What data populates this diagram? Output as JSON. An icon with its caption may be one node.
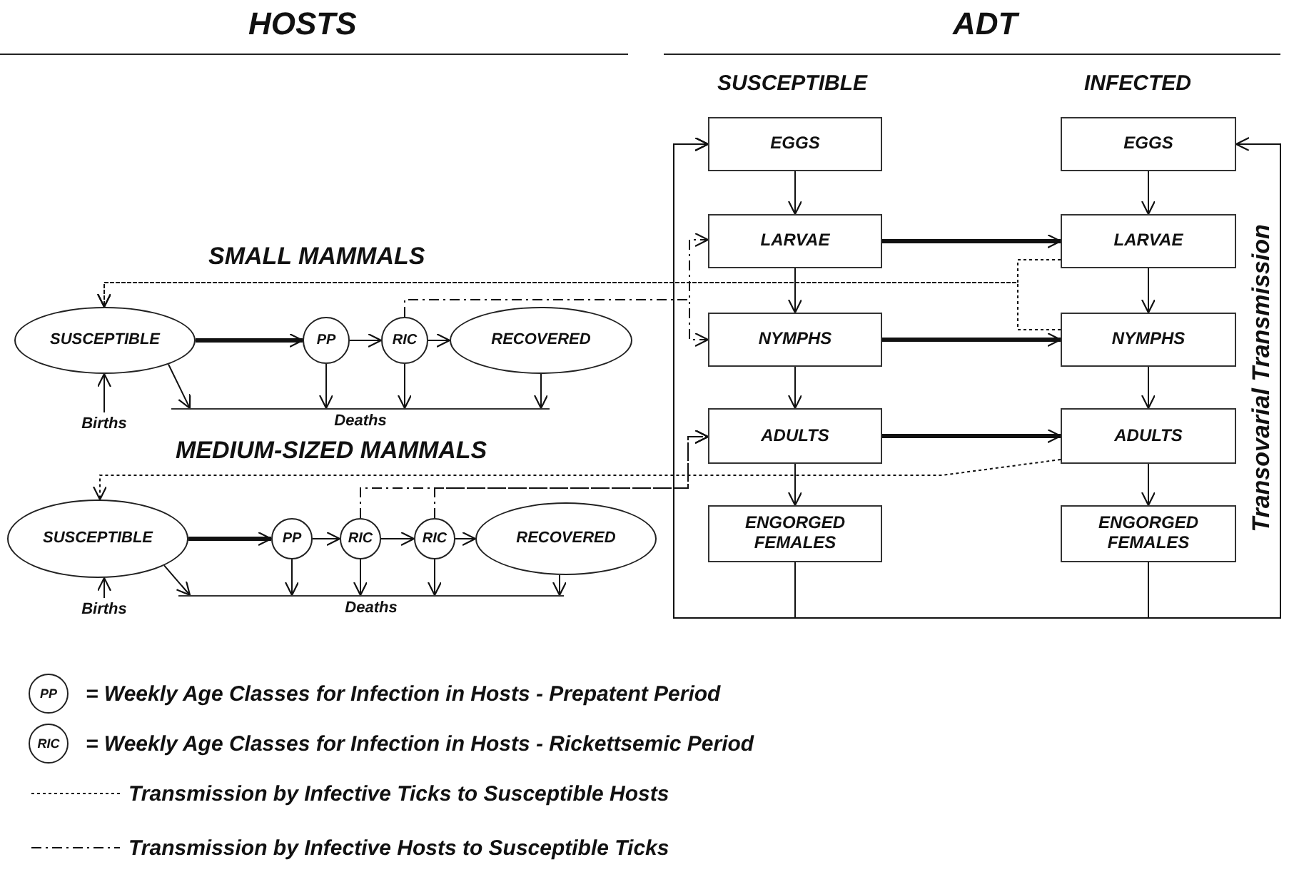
{
  "diagram": {
    "nodes": [
      {
        "text": [
          "SUSCEPTIBLE"
        ]
      },
      {
        "text": [
          "PP"
        ]
      },
      {
        "text": [
          "RIC"
        ]
      },
      {
        "text": [
          "RECOVERED"
        ]
      },
      {
        "text": [
          "Births"
        ]
      },
      {
        "text": [
          "Deaths"
        ]
      },
      {
        "text": [
          "SUSCEPTIBLE"
        ]
      },
      {
        "text": [
          "PP"
        ]
      },
      {
        "text": [
          "RIC"
        ]
      },
      {
        "text": [
          "RIC"
        ]
      },
      {
        "text": [
          "RECOVERED"
        ]
      },
      {
        "text": [
          "Births"
        ]
      },
      {
        "text": [
          "Deaths"
        ]
      },
      {
        "text": [
          "EGGS"
        ]
      },
      {
        "text": [
          "LARVAE"
        ]
      },
      {
        "text": [
          "NYMPHS"
        ]
      },
      {
        "text": [
          "ADULTS"
        ]
      },
      {
        "text": [
          "ENGORGED FEMALES"
        ]
      },
      {
        "text": [
          "EGGS"
        ]
      },
      {
        "text": [
          "LARVAE"
        ]
      },
      {
        "text": [
          "NYMPHS"
        ]
      },
      {
        "text": [
          "ADULTS"
        ]
      },
      {
        "text": [
          "ENGORGED FEMALES"
        ]
      }
    ],
    "edges": [
      {
        "from": 0,
        "to": 1,
        "arrow": "to",
        "style": "thick"
      },
      {
        "from": 1,
        "to": 2,
        "arrow": "to"
      },
      {
        "from": 2,
        "to": 3,
        "arrow": "to"
      },
      {
        "from": 4,
        "to": 0,
        "arrow": "to"
      },
      {
        "from": 0,
        "to": 5,
        "arrow": "to"
      },
      {
        "from": 1,
        "to": 5,
        "arrow": "to"
      },
      {
        "from": 2,
        "to": 5,
        "arrow": "to"
      },
      {
        "from": 3,
        "to": 5,
        "arrow": "to"
      },
      {
        "from": 6,
        "to": 7,
        "arrow": "to",
        "style": "thick"
      },
      {
        "from": 7,
        "to": 8,
        "arrow": "to"
      },
      {
        "from": 8,
        "to": 9,
        "arrow": "to"
      },
      {
        "from": 9,
        "to": 10,
        "arrow": "to"
      },
      {
        "from": 11,
        "to": 6,
        "arrow": "to"
      },
      {
        "from": 6,
        "to": 12,
        "arrow": "to"
      },
      {
        "from": 7,
        "to": 12,
        "arrow": "to"
      },
      {
        "from": 8,
        "to": 12,
        "arrow": "to"
      },
      {
        "from": 9,
        "to": 12,
        "arrow": "to"
      },
      {
        "from": 10,
        "to": 12,
        "arrow": "to"
      },
      {
        "from": 13,
        "to": 14,
        "arrow": "to"
      },
      {
        "from": 14,
        "to": 15,
        "arrow": "to"
      },
      {
        "from": 15,
        "to": 16,
        "arrow": "to"
      },
      {
        "from": 16,
        "to": 17,
        "arrow": "to"
      },
      {
        "from": 18,
        "to": 19,
        "arrow": "to"
      },
      {
        "from": 19,
        "to": 20,
        "arrow": "to"
      },
      {
        "from": 20,
        "to": 21,
        "arrow": "to"
      },
      {
        "from": 21,
        "to": 22,
        "arrow": "to"
      },
      {
        "from": 14,
        "to": 19,
        "arrow": "to",
        "style": "thick"
      },
      {
        "from": 15,
        "to": 20,
        "arrow": "to",
        "style": "thick"
      },
      {
        "from": 16,
        "to": 21,
        "arrow": "to",
        "style": "thick"
      },
      {
        "from": 17,
        "to": 13,
        "arrow": "to"
      },
      {
        "from": 22,
        "to": 13,
        "arrow": "to"
      },
      {
        "from": 22,
        "to": 18,
        "arrow": "to",
        "label": "Transovarial Transmission"
      },
      {
        "from": 19,
        "to": 0,
        "arrow": "to",
        "style": "dashed"
      },
      {
        "from": 20,
        "to": 0,
        "arrow": "to",
        "style": "dashed"
      },
      {
        "from": 21,
        "to": 6,
        "arrow": "to",
        "style": "dashed"
      },
      {
        "from": 2,
        "to": 14,
        "arrow": "to",
        "style": "dashed"
      },
      {
        "from": 2,
        "to": 15,
        "arrow": "to",
        "style": "dashed"
      },
      {
        "from": 8,
        "to": 16,
        "arrow": "to",
        "style": "dashed"
      },
      {
        "from": 9,
        "to": 16,
        "arrow": "to",
        "style": "dashed"
      }
    ],
    "labels": [
      "HOSTS",
      "ADT",
      "SUSCEPTIBLE",
      "INFECTED",
      "SMALL MAMMALS",
      "MEDIUM-SIZED MAMMALS",
      "PP",
      "RIC"
    ],
    "legend": [
      {
        "text": "= Weekly Age Classes for Infection in Hosts - Prepatent Period"
      },
      {
        "text": "= Weekly Age Classes for Infection in Hosts - Rickettsemic Period"
      },
      {
        "text": "Transmission by Infective Ticks to Susceptible Hosts"
      },
      {
        "text": "Transmission by Infective Hosts to Susceptible Ticks"
      }
    ]
  }
}
